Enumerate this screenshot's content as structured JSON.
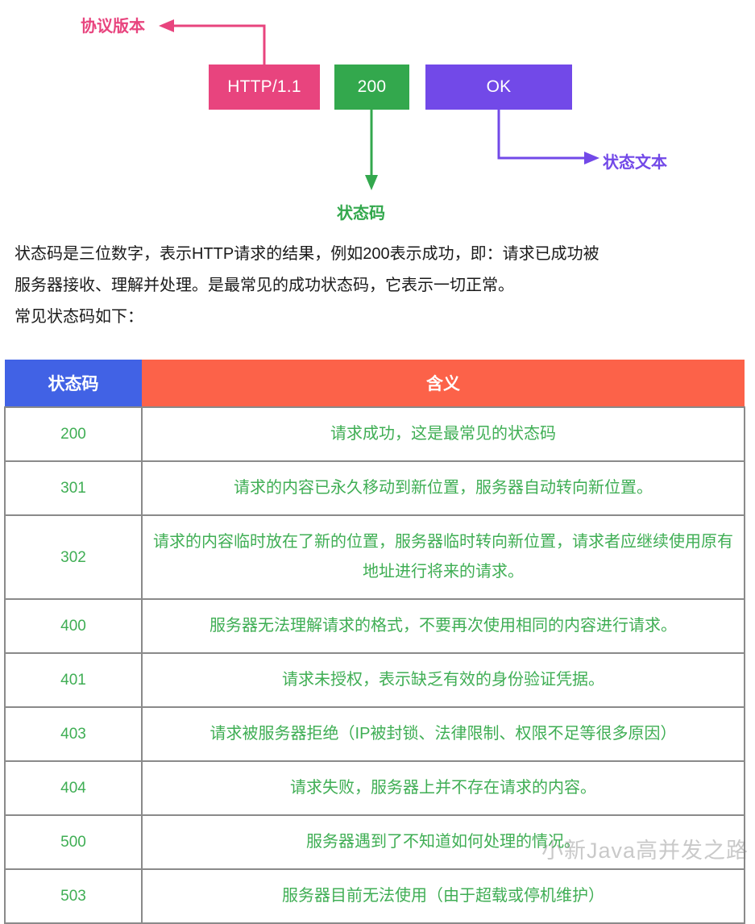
{
  "diagram": {
    "boxes": {
      "version": "HTTP/1.1",
      "code": "200",
      "text": "OK"
    },
    "labels": {
      "version": "协议版本",
      "code": "状态码",
      "text": "状态文本"
    },
    "colors": {
      "version": "#E8447E",
      "code": "#33A84D",
      "text": "#7249E8"
    }
  },
  "prose": {
    "line1": "状态码是三位数字，表示HTTP请求的结果，例如200表示成功，即：请求已成功被",
    "line2": "服务器接收、理解并处理。是最常见的成功状态码，它表示一切正常。",
    "line3": "常见状态码如下："
  },
  "table": {
    "headers": {
      "code": "状态码",
      "meaning": "含义"
    },
    "header_colors": {
      "code_bg": "#4162E5",
      "meaning_bg": "#FC6249"
    },
    "text_color": "#3FAE54",
    "rows": [
      {
        "code": "200",
        "meaning": "请求成功，这是最常见的状态码"
      },
      {
        "code": "301",
        "meaning": "请求的内容已永久移动到新位置，服务器自动转向新位置。"
      },
      {
        "code": "302",
        "meaning": "请求的内容临时放在了新的位置，服务器临时转向新位置，请求者应继续使用原有地址进行将来的请求。"
      },
      {
        "code": "400",
        "meaning": "服务器无法理解请求的格式，不要再次使用相同的内容进行请求。"
      },
      {
        "code": "401",
        "meaning": "请求未授权，表示缺乏有效的身份验证凭据。"
      },
      {
        "code": "403",
        "meaning": "请求被服务器拒绝（IP被封锁、法律限制、权限不足等很多原因）"
      },
      {
        "code": "404",
        "meaning": "请求失败，服务器上并不存在请求的内容。"
      },
      {
        "code": "500",
        "meaning": "服务器遇到了不知道如何处理的情况。"
      },
      {
        "code": "503",
        "meaning": "服务器目前无法使用（由于超载或停机维护）"
      }
    ]
  },
  "watermark": {
    "text": "小新Java高并发之路"
  }
}
